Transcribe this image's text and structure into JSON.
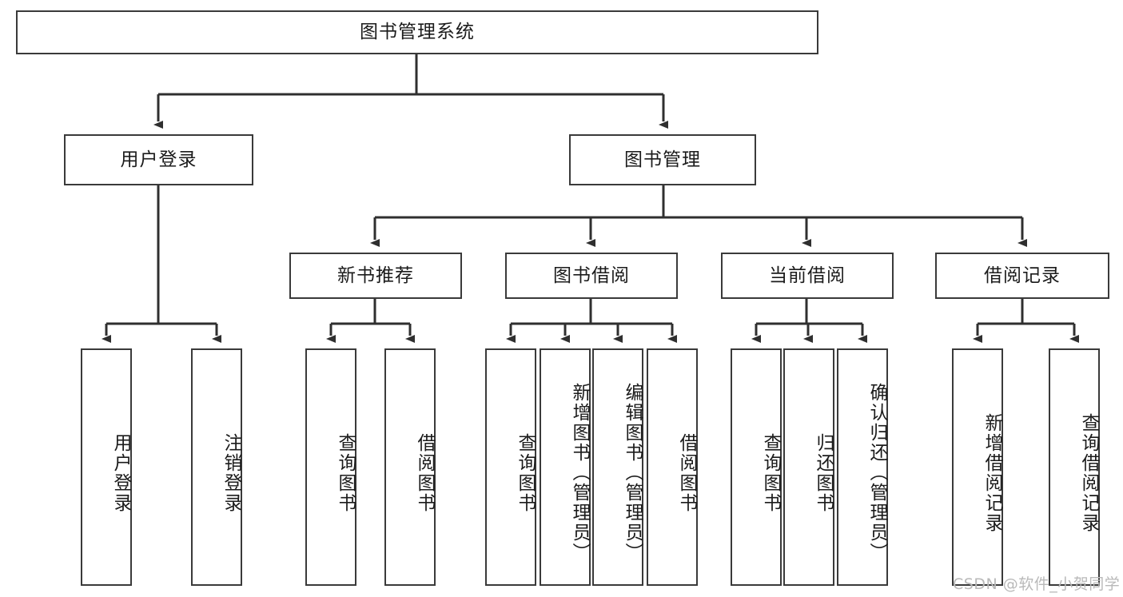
{
  "diagram": {
    "type": "tree",
    "title": "图书管理系统",
    "orientation": "top-down",
    "colors": {
      "box_border": "#3a3a3a",
      "box_fill": "#ffffff",
      "edge": "#2f2f2f",
      "text": "#1b1b1b",
      "watermark": "#b9b9b9"
    },
    "nodes": {
      "root": {
        "label": "图书管理系统"
      },
      "level2": [
        {
          "id": "user-login",
          "label": "用户登录"
        },
        {
          "id": "book-manage",
          "label": "图书管理"
        }
      ],
      "level3": [
        {
          "id": "new-book-recommend",
          "label": "新书推荐"
        },
        {
          "id": "book-borrow",
          "label": "图书借阅"
        },
        {
          "id": "current-borrow",
          "label": "当前借阅"
        },
        {
          "id": "borrow-record",
          "label": "借阅记录"
        }
      ],
      "leaves": {
        "user-login": [
          {
            "id": "leaf-user-login",
            "label": "用户登录"
          },
          {
            "id": "leaf-user-logout",
            "label": "注销登录"
          }
        ],
        "new-book-recommend": [
          {
            "id": "leaf-query-book-1",
            "label": "查询图书"
          },
          {
            "id": "leaf-borrow-book-1",
            "label": "借阅图书"
          }
        ],
        "book-borrow": [
          {
            "id": "leaf-query-book-2",
            "label": "查询图书"
          },
          {
            "id": "leaf-add-book",
            "label": "新增图书（管理员）"
          },
          {
            "id": "leaf-edit-book",
            "label": "编辑图书（管理员）"
          },
          {
            "id": "leaf-borrow-book-2",
            "label": "借阅图书"
          }
        ],
        "current-borrow": [
          {
            "id": "leaf-query-book-3",
            "label": "查询图书"
          },
          {
            "id": "leaf-return-book",
            "label": "归还图书"
          },
          {
            "id": "leaf-confirm-return",
            "label": "确认归还（管理员）"
          }
        ],
        "borrow-record": [
          {
            "id": "leaf-add-record",
            "label": "新增借阅记录"
          },
          {
            "id": "leaf-query-record",
            "label": "查询借阅记录"
          }
        ]
      }
    },
    "watermark": "CSDN @软件_小贺同学"
  }
}
